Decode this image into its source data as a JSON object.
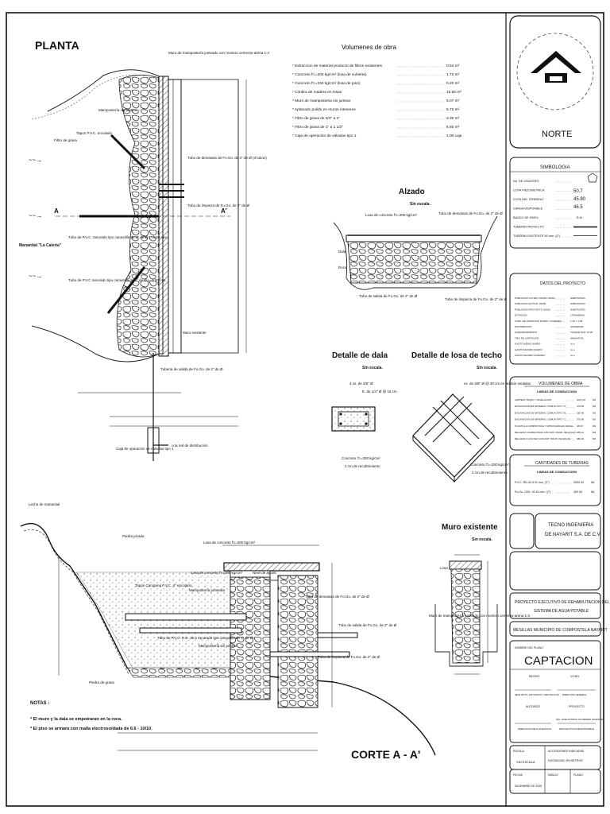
{
  "planta": {
    "title": "PLANTA",
    "labels": {
      "muro_mamposteria": "Muro de mampostería junteado con mortero cemento-arena 1:3",
      "mamposteria_sin_juntear": "Mampostería sin juntear",
      "tapon_pvc": "Tapon P.V.C. encolado",
      "filtro_grava": "Filtro de grava",
      "tubo_demasias": "Tubo de demasias de Fo.Go. de 2\" de Ø (3 tubos)",
      "tubo_limpieza": "Tubo de limpieza de Fo.Go. de 2\" de Ø",
      "manantial": "Manantial \"La Caleria\"",
      "tubo_pvc_ranurado_1": "Tubo de P.V.C. ranurado tipo canastilla de 4\" de Ø L=3.00 mts.",
      "tubo_pvc_ranurado_2": "Tubo de P.V.C ranurado tipo canastilla de 4\" de Ø L=3.00 mts.",
      "muro_existente": "Muro existente",
      "tuberia_salida": "Tubería de salida de Fo.Go. de 2\" de Ø",
      "caja_operacion": "Caja de operación de válvulas tipo 1",
      "red_distribucion": "A la red de distribución",
      "section_a": "A",
      "section_a_prime": "A'"
    }
  },
  "volumenes_obra": {
    "title": "Volumenes de obra",
    "items": [
      {
        "label": "* Extraccion de material producto de filtros existentes",
        "value": "0.54 m³"
      },
      {
        "label": "* Concreto f'c=200 kg/cm² (losa de cubierta)",
        "value": "1.72 m³"
      },
      {
        "label": "* Concreto f'c=150 kg/cm² (losa de piso)",
        "value": "0.20 m³"
      },
      {
        "label": "* Cimbra de madera en losas",
        "value": "15.50 m²"
      },
      {
        "label": "* Muro de mamposteria sin juntear",
        "value": "5.07 m³"
      },
      {
        "label": "* Aplanado pulido en muros interiores",
        "value": "5.72 m²"
      },
      {
        "label": "* Filtro de grava de 3/4\" a 1\"",
        "value": "3.30 m³"
      },
      {
        "label": "* Filtro de grava de 1\" a 1 1/2\"",
        "value": "6.60 m³"
      },
      {
        "label": "* Caja de operación de válvulas tipo 1",
        "value": "1.00 caja"
      }
    ]
  },
  "alzado": {
    "title": "Alzado",
    "scale": "Sin escala.",
    "labels": {
      "losa": "Losa de concreto f'c=200 kg/cm²",
      "tubo_demasias": "Tubo de demasias de Fo.Go. de 2\" de Ø",
      "dala": "Dala",
      "roca": "Roca",
      "tubo_salida": "Tubo de salida de Fo.Go. de 2\" de Ø",
      "tubo_limpieza": "Tubo de limpieza de Fo.Go. de 2\" de Ø"
    }
  },
  "detalle_dala": {
    "title": "Detalle de dala",
    "scale": "Sin escala.",
    "labels": {
      "varillas": "4 vs. de 3/8\" Ø",
      "estribos": "E. de 1/4\" Ø @ 15 cm",
      "concreto": "Concreto f'c=200 kg/cm²",
      "recubrimiento": "2 cm de recubrimiento"
    }
  },
  "detalle_losa": {
    "title": "Detalle de losa de techo",
    "scale": "Sin escala.",
    "labels": {
      "varillas": "vs. de 3/8\" Ø @ 20 cm en ambos sentidos",
      "concreto": "Concreto f'c=200 kg/cm²",
      "recubrimiento": "2 cm de recubrimiento"
    }
  },
  "muro_existente": {
    "title": "Muro existente",
    "scale": "Sin escala.",
    "labels": {
      "losa": "Losa",
      "muro": "Muro de mampostería junteado con mortero cemento-arena 1:3"
    }
  },
  "corte": {
    "title": "CORTE  A - A'",
    "labels": {
      "piedra": "Piedra picada",
      "losa_concreto": "Losa de concreto f'c=200 kg/cm²",
      "losa_concreto_piso": "Losa de concreto f'c=150 kg/cm²",
      "tapon": "Tapon Campana P.V.C. 4\" encolado",
      "mamposteria_junteada": "Mampostería junteada",
      "nivel_aguas": "Nivel de aguas",
      "tubo_demasias": "Tubo de demasias de Fo.Go. de 2\" de Ø",
      "tubo_ranurado": "Tubo de P.V.C. R.D. 32.5 ranurado tipo canastilla de 4\" de Ø",
      "mamposteria_sin_juntear": "Mampostería sin juntear",
      "tubo_salida": "Tubo de salida de Fo.Go. de 2\" de Ø",
      "tubo_limpieza": "Tubo de limpieza de Fo.Go. de 2\" de Ø",
      "piedra_grava": "Piedra de grava"
    }
  },
  "notas": {
    "title": "NOTAS :",
    "items": [
      "* El muro y la dala se empotraran en la roca.",
      "* El piso se armara con malla electrosoldada de 6.6 - 10/10."
    ]
  },
  "title_block": {
    "north": "NORTE",
    "simbologia": {
      "title": "SIMBOLOGIA",
      "items": [
        "No. DE CRUCERO",
        "COTA PIEZOMETRICA",
        "COTA DEL TERRENO",
        "CARGA DISPONIBLE",
        "BANCO DE NIVEL",
        "TUBERIA PROYECTO",
        "TUBERIA EXISTENTE 50 mm. (2\")"
      ],
      "values": [
        "50.7",
        "45.80",
        "46.5",
        "B.N."
      ]
    },
    "datos_proyecto": {
      "title": "DATOS DEL PROYECTO",
      "items": [
        {
          "label": "POBLACION ULTIMO CENSO (2000)",
          "value": "HABITANTES"
        },
        {
          "label": "POBLACION ACTUAL (2005)",
          "value": "HABITANTES"
        },
        {
          "label": "POBLACION PROYECTO (2025)",
          "value": "HABITANTES"
        },
        {
          "label": "DOTACION",
          "value": "LTS/HAB/DIA"
        },
        {
          "label": "COEF. DE VARIACION DIARIA Y HORARIA",
          "value": "1.40 Y 1.55"
        },
        {
          "label": "DISTRIBUCION",
          "value": "GRAVEDAD"
        },
        {
          "label": "ALMACENAMIENTO",
          "value": "TANQUE SUP. 10.00"
        },
        {
          "label": "TIPO DE CAPTACION",
          "value": "MANANTIAL"
        },
        {
          "label": "GASTO MEDIO DIARIO",
          "value": "l.p.s."
        },
        {
          "label": "GASTO MAXIMO DIARIO",
          "value": "l.p.s."
        },
        {
          "label": "GASTO MAXIMO HORARIO",
          "value": "l.p.s."
        }
      ]
    },
    "volumenes": {
      "title": "VOLUMENES DE OBRA",
      "subtitle": "LINEAS DE CONDUCCION",
      "items": [
        {
          "label": "LIMPIEZA TRAZO Y NIVELACION",
          "value": "2047.00",
          "unit": "M2"
        },
        {
          "label": "EXCAVACION EN MATERIAL COMUN TIPO \"A\"",
          "value": "476.00",
          "unit": "M3"
        },
        {
          "label": "EXCAVACION EN MATERIAL COMUN TIPO \"B\"",
          "value": "195.40",
          "unit": "M3"
        },
        {
          "label": "EXCAVACION EN MATERIAL COMUN TIPO \"C\"",
          "value": "370.00",
          "unit": "M3"
        },
        {
          "label": "PLANTILLA COMPACTADA Y APISONADA EN ZANJA",
          "value": "48.90",
          "unit": "M3"
        },
        {
          "label": "RELLENO COMPACTADO CON MAT. PROD. DE EXCAV.",
          "value": "685.11",
          "unit": "M3"
        },
        {
          "label": "RELLENO A VOLTEO CON MAT. PROD. DE EXCAV.",
          "value": "380.20",
          "unit": "M3"
        }
      ]
    },
    "cantidades": {
      "title": "CANTIDADES DE TUBERIAS",
      "subtitle": "LINEAS DE CONDUCCION",
      "items": [
        {
          "label": "P.V.C. RD-32.5  51 mm. (2\")",
          "value": "2000.00",
          "unit": "ML"
        },
        {
          "label": "Fo.Go. CED. 40  51 mm. (2\")",
          "value": "300.00",
          "unit": "ML"
        }
      ]
    },
    "company": {
      "name_line1": "TECNO INGENIERIA",
      "name_line2": "DE NAYARIT S.A. DE C.V."
    },
    "project": {
      "line1": "PROYECTO EJECUTIVO DE REHABILITACION DEL",
      "line2": "SISTEMA DE AGUA POTABLE",
      "location": "MESILLAS MUNICIPIO DE COMPOSTELA NAYARIT"
    },
    "plano": {
      "label": "NOMBRE DEL PLANO",
      "name": "CAPTACION",
      "reviso_label": "REVISO",
      "vobo_label": "VO.BO.",
      "jefe_label": "JEFE DPTO. ESTUDIOS Y PROYECTOS",
      "director_label": "DIRECTOR GENERAL",
      "autorizo_label": "AUTORIZO",
      "proyecto_label": "PROYECTO",
      "ing_label": "ING. JOSE ANTONIO GUTIERREZ SANDOVAL",
      "dir_planeacion_label": "DIRECCION DE PLANEACION",
      "responsable_label": "PROYECTISTA RESPONSABLE",
      "escala_label": "ESCALA",
      "escala_value": "SIN ESCALA",
      "acot_label": "ACOTACIONES INDICADAS",
      "dist_label": "DISTANCIAS: EN METROS",
      "fecha_label": "FECHA",
      "fecha_value": "DICIEMBRE DE 2005",
      "dibujo_label": "DIBUJO",
      "plano_no_label": "PLANO"
    }
  }
}
